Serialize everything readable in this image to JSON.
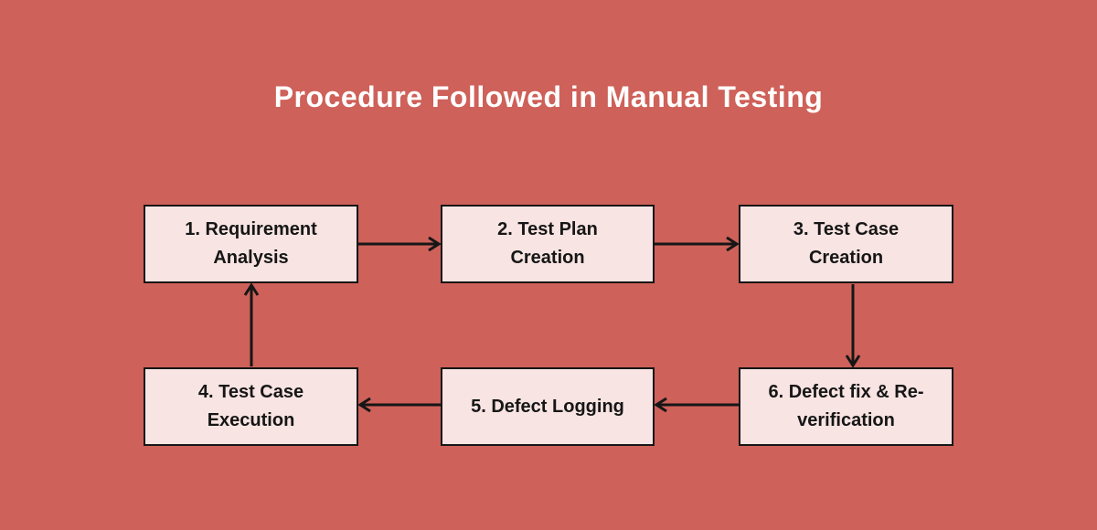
{
  "title": "Procedure Followed in Manual Testing",
  "colors": {
    "background": "#ce6159",
    "box_fill": "#f8e4e2",
    "box_border": "#161616",
    "arrow": "#161616",
    "title_text": "#ffffff"
  },
  "boxes": [
    {
      "step": 1,
      "lines": [
        "1. Requirement",
        "Analysis"
      ]
    },
    {
      "step": 2,
      "lines": [
        "2. Test Plan",
        "Creation"
      ]
    },
    {
      "step": 3,
      "lines": [
        "3. Test Case",
        "Creation"
      ]
    },
    {
      "step": 4,
      "lines": [
        "4. Test Case",
        "Execution"
      ]
    },
    {
      "step": 5,
      "lines": [
        "5. Defect Logging"
      ]
    },
    {
      "step": 6,
      "lines": [
        "6. Defect fix & Re-",
        "verification"
      ]
    }
  ],
  "arrows": [
    {
      "from": 1,
      "to": 2,
      "direction": "right"
    },
    {
      "from": 2,
      "to": 3,
      "direction": "right"
    },
    {
      "from": 3,
      "to": 6,
      "direction": "down"
    },
    {
      "from": 6,
      "to": 5,
      "direction": "left"
    },
    {
      "from": 5,
      "to": 4,
      "direction": "left"
    },
    {
      "from": 4,
      "to": 1,
      "direction": "up"
    }
  ]
}
